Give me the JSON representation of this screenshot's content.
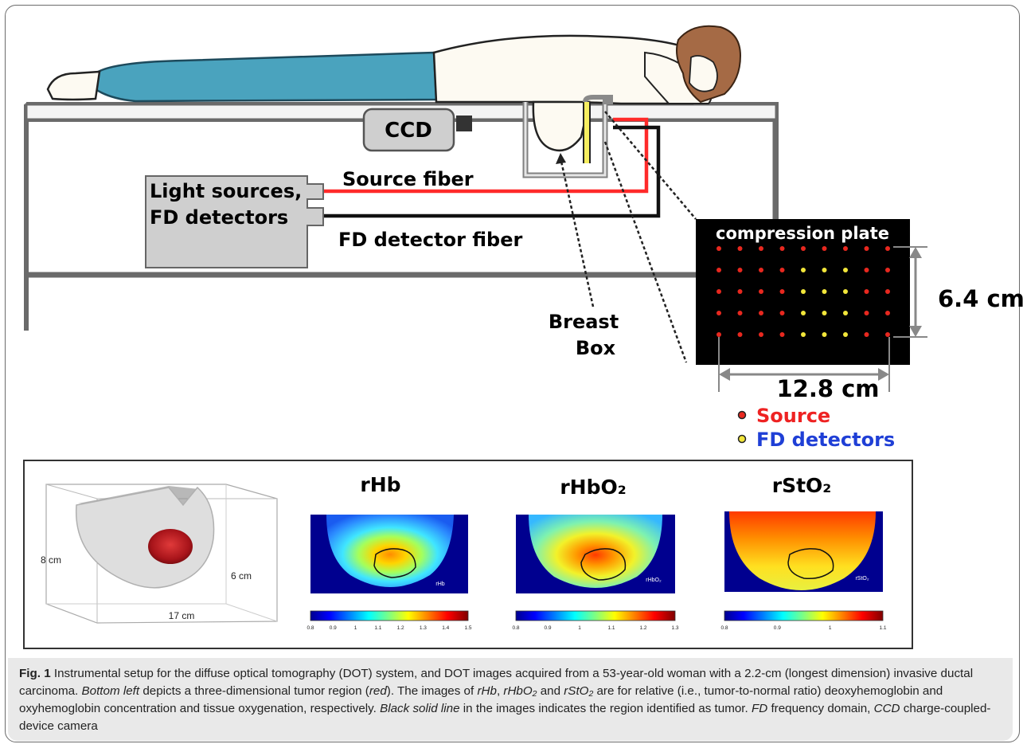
{
  "setup": {
    "ccd_label": "CCD",
    "light_sources_line1": "Light sources,",
    "light_sources_line2": "FD detectors",
    "source_fiber_label": "Source fiber",
    "detector_fiber_label": "FD detector fiber",
    "breast_box_line1": "Breast",
    "breast_box_line2": "Box",
    "plate_title": "compression plate",
    "height_label": "6.4 cm",
    "width_label": "12.8 cm",
    "legend": [
      {
        "label": "Source",
        "color": "#ee2222"
      },
      {
        "label": "FD detectors",
        "color": "#1f3fd6"
      }
    ],
    "dot_grid": {
      "columns": 9,
      "rows": 5,
      "detector_columns": [
        4,
        5,
        6
      ],
      "detector_rows": [
        1,
        2,
        3,
        4
      ],
      "source_color": "#e8281f",
      "detector_color": "#f2e63a"
    }
  },
  "panels": {
    "box_labels": {
      "height": "8 cm",
      "depth": "6 cm",
      "width": "17 cm"
    },
    "maps": [
      {
        "title": "rHb",
        "corner": "rHb",
        "ticks": [
          "0.8",
          "0.9",
          "1",
          "1.1",
          "1.2",
          "1.3",
          "1.4",
          "1.5"
        ]
      },
      {
        "title": "rHbO₂",
        "corner": "rHbO₂",
        "ticks": [
          "0.8",
          "0.9",
          "1",
          "1.1",
          "1.2",
          "1.3"
        ]
      },
      {
        "title": "rStO₂",
        "corner": "rStO₂",
        "ticks": [
          "0.8",
          "0.9",
          "1",
          "1.1"
        ]
      }
    ]
  },
  "caption": {
    "fig_label": "Fig. 1",
    "t1": " Instrumental setup for the diffuse optical tomography (DOT) system, and DOT images acquired from a 53-year-old woman with a 2.2-cm (longest dimension) invasive ductal carcinoma. ",
    "bottom_left": "Bottom left",
    "t2": " depicts a three-dimensional tumor region (",
    "red": "red",
    "t3": "). The images of ",
    "rhb": "rHb",
    "comma": ", ",
    "rhbo2": "rHbO₂",
    "and": " and ",
    "rsto2": "rStO₂",
    "t4": " are for relative (i.e., tumor-to-normal ratio) deoxyhemoglobin and oxyhemoglobin concentration and tissue oxygenation, respectively. ",
    "black_line": "Black solid line",
    "t5": " in the images indicates the region identified as tumor. ",
    "fd": "FD",
    "t6": " frequency domain, ",
    "ccd": "CCD",
    "t7": " charge-coupled-device camera"
  }
}
